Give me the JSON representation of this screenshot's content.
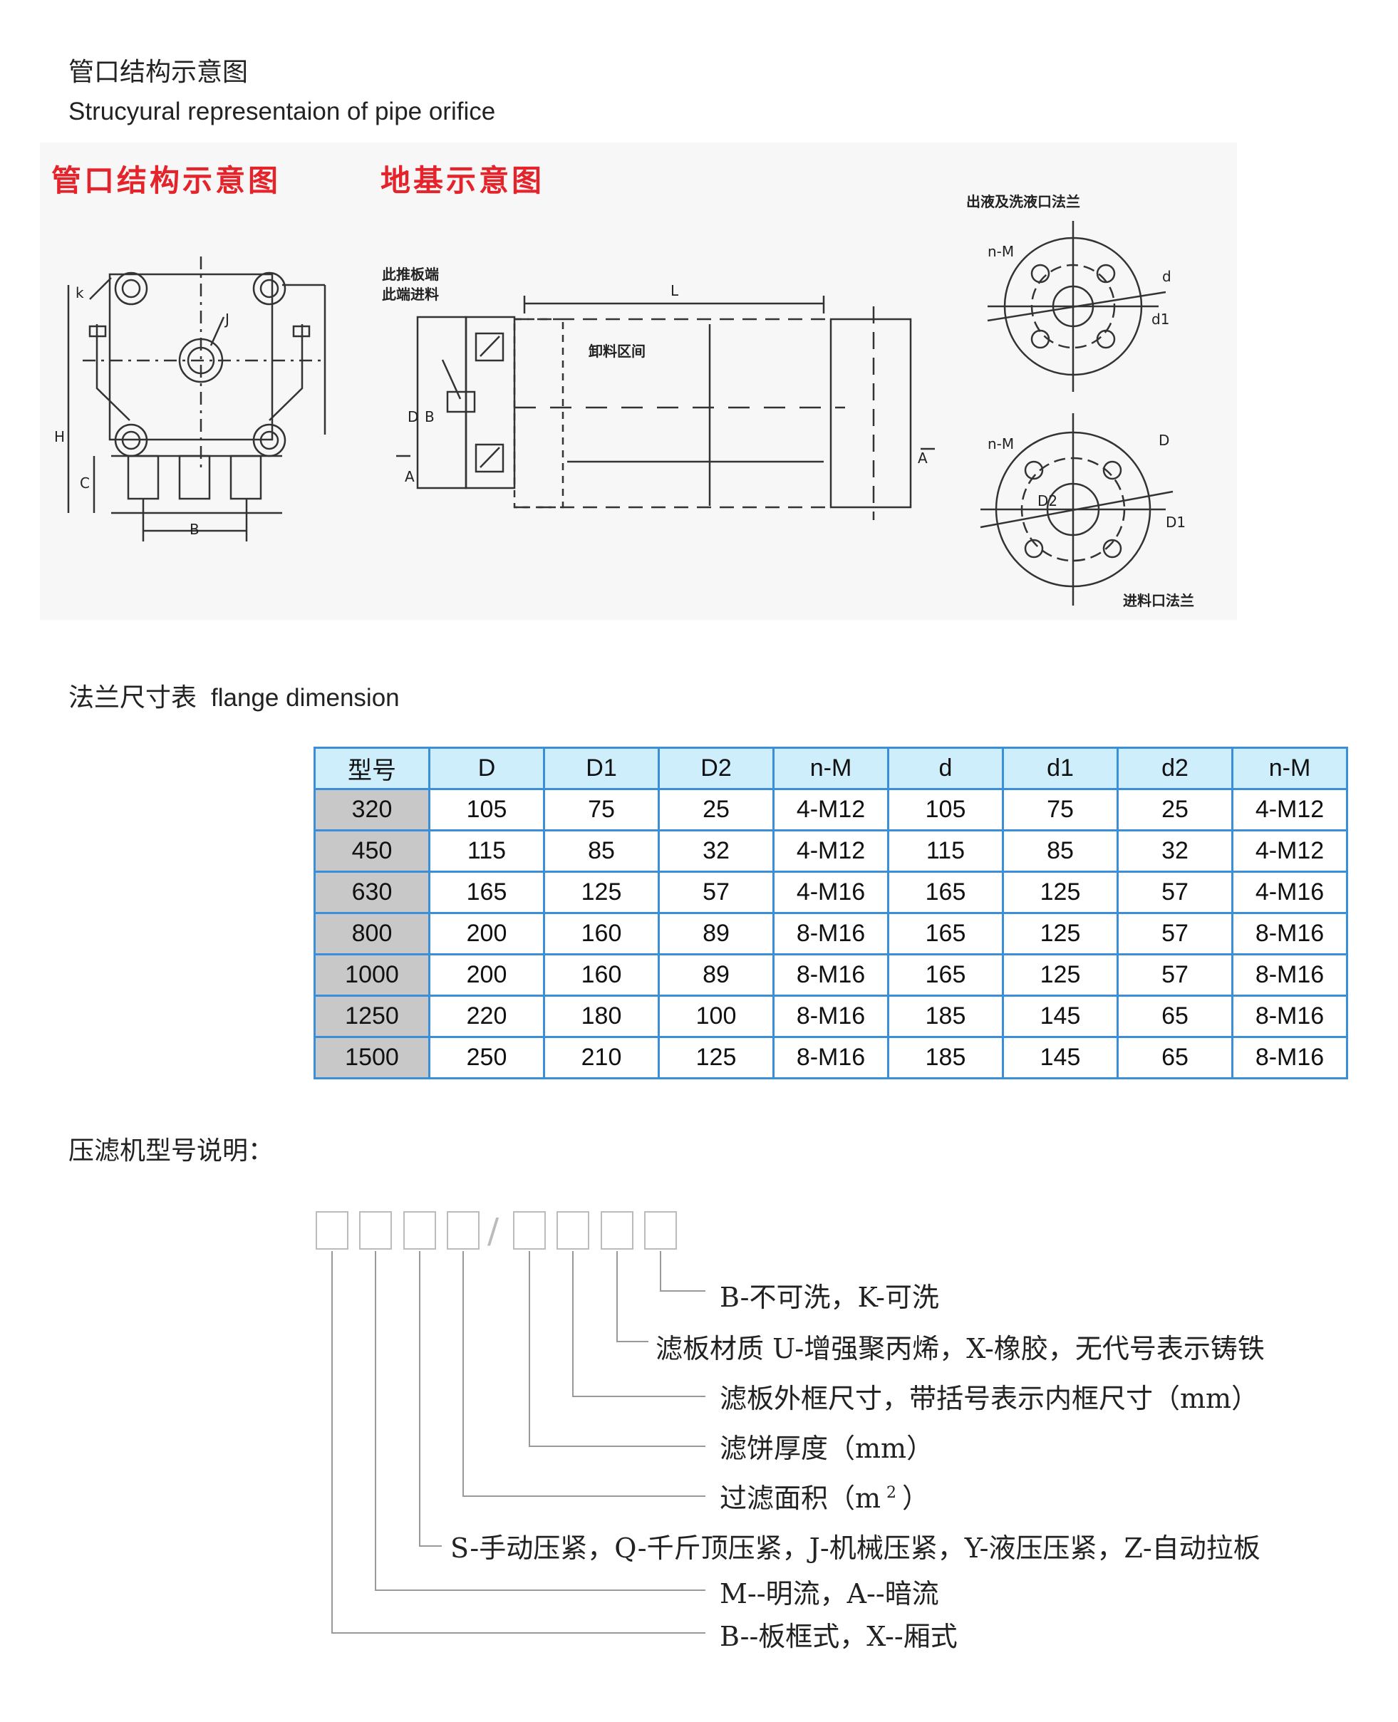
{
  "headings": {
    "structure_cn": "管口结构示意图",
    "structure_en": "Strucyural representaion of pipe orifice",
    "flange_cn": "法兰尺寸表",
    "flange_en": "flange dimension",
    "model_cn": "压滤机型号说明："
  },
  "diagram": {
    "title_left": "管口结构示意图",
    "title_mid": "地基示意图",
    "label_outlet_flange": "出液及洗液口法兰",
    "label_inlet_flange": "进料口法兰",
    "label_push_end": "此推板端",
    "label_feed_end": "此端进料",
    "label_discharge": "卸料区间",
    "labels": [
      "k",
      "J",
      "H",
      "C",
      "B",
      "L",
      "D",
      "B",
      "A",
      "A",
      "n-M",
      "d",
      "d1",
      "n-M",
      "D",
      "D2",
      "D1"
    ]
  },
  "flange_table": {
    "headers": [
      "型号",
      "D",
      "D1",
      "D2",
      "n-M",
      "d",
      "d1",
      "d2",
      "n-M"
    ],
    "rows": [
      [
        "320",
        "105",
        "75",
        "25",
        "4-M12",
        "105",
        "75",
        "25",
        "4-M12"
      ],
      [
        "450",
        "115",
        "85",
        "32",
        "4-M12",
        "115",
        "85",
        "32",
        "4-M12"
      ],
      [
        "630",
        "165",
        "125",
        "57",
        "4-M16",
        "165",
        "125",
        "57",
        "4-M16"
      ],
      [
        "800",
        "200",
        "160",
        "89",
        "8-M16",
        "165",
        "125",
        "57",
        "8-M16"
      ],
      [
        "1000",
        "200",
        "160",
        "89",
        "8-M16",
        "165",
        "125",
        "57",
        "8-M16"
      ],
      [
        "1250",
        "220",
        "180",
        "100",
        "8-M16",
        "185",
        "145",
        "65",
        "8-M16"
      ],
      [
        "1500",
        "250",
        "210",
        "125",
        "8-M16",
        "185",
        "145",
        "65",
        "8-M16"
      ]
    ],
    "colors": {
      "border": "#3b8fd8",
      "header_bg": "#cfeefc",
      "model_bg": "#c8c8c8"
    }
  },
  "model_code": {
    "separator": "/",
    "items": [
      "B-不可洗，K-可洗",
      "滤板材质 U-增强聚丙烯，X-橡胶，无代号表示铸铁",
      "滤板外框尺寸，带括号表示内框尺寸（mm）",
      "滤饼厚度（mm）",
      "过滤面积（m",
      "S-手动压紧，Q-千斤顶压紧，J-机械压紧，Y-液压压紧，Z-自动拉板",
      "M--明流，A--暗流",
      "B--板框式，X--厢式"
    ],
    "area_superscript": "2",
    "area_close": "）"
  }
}
